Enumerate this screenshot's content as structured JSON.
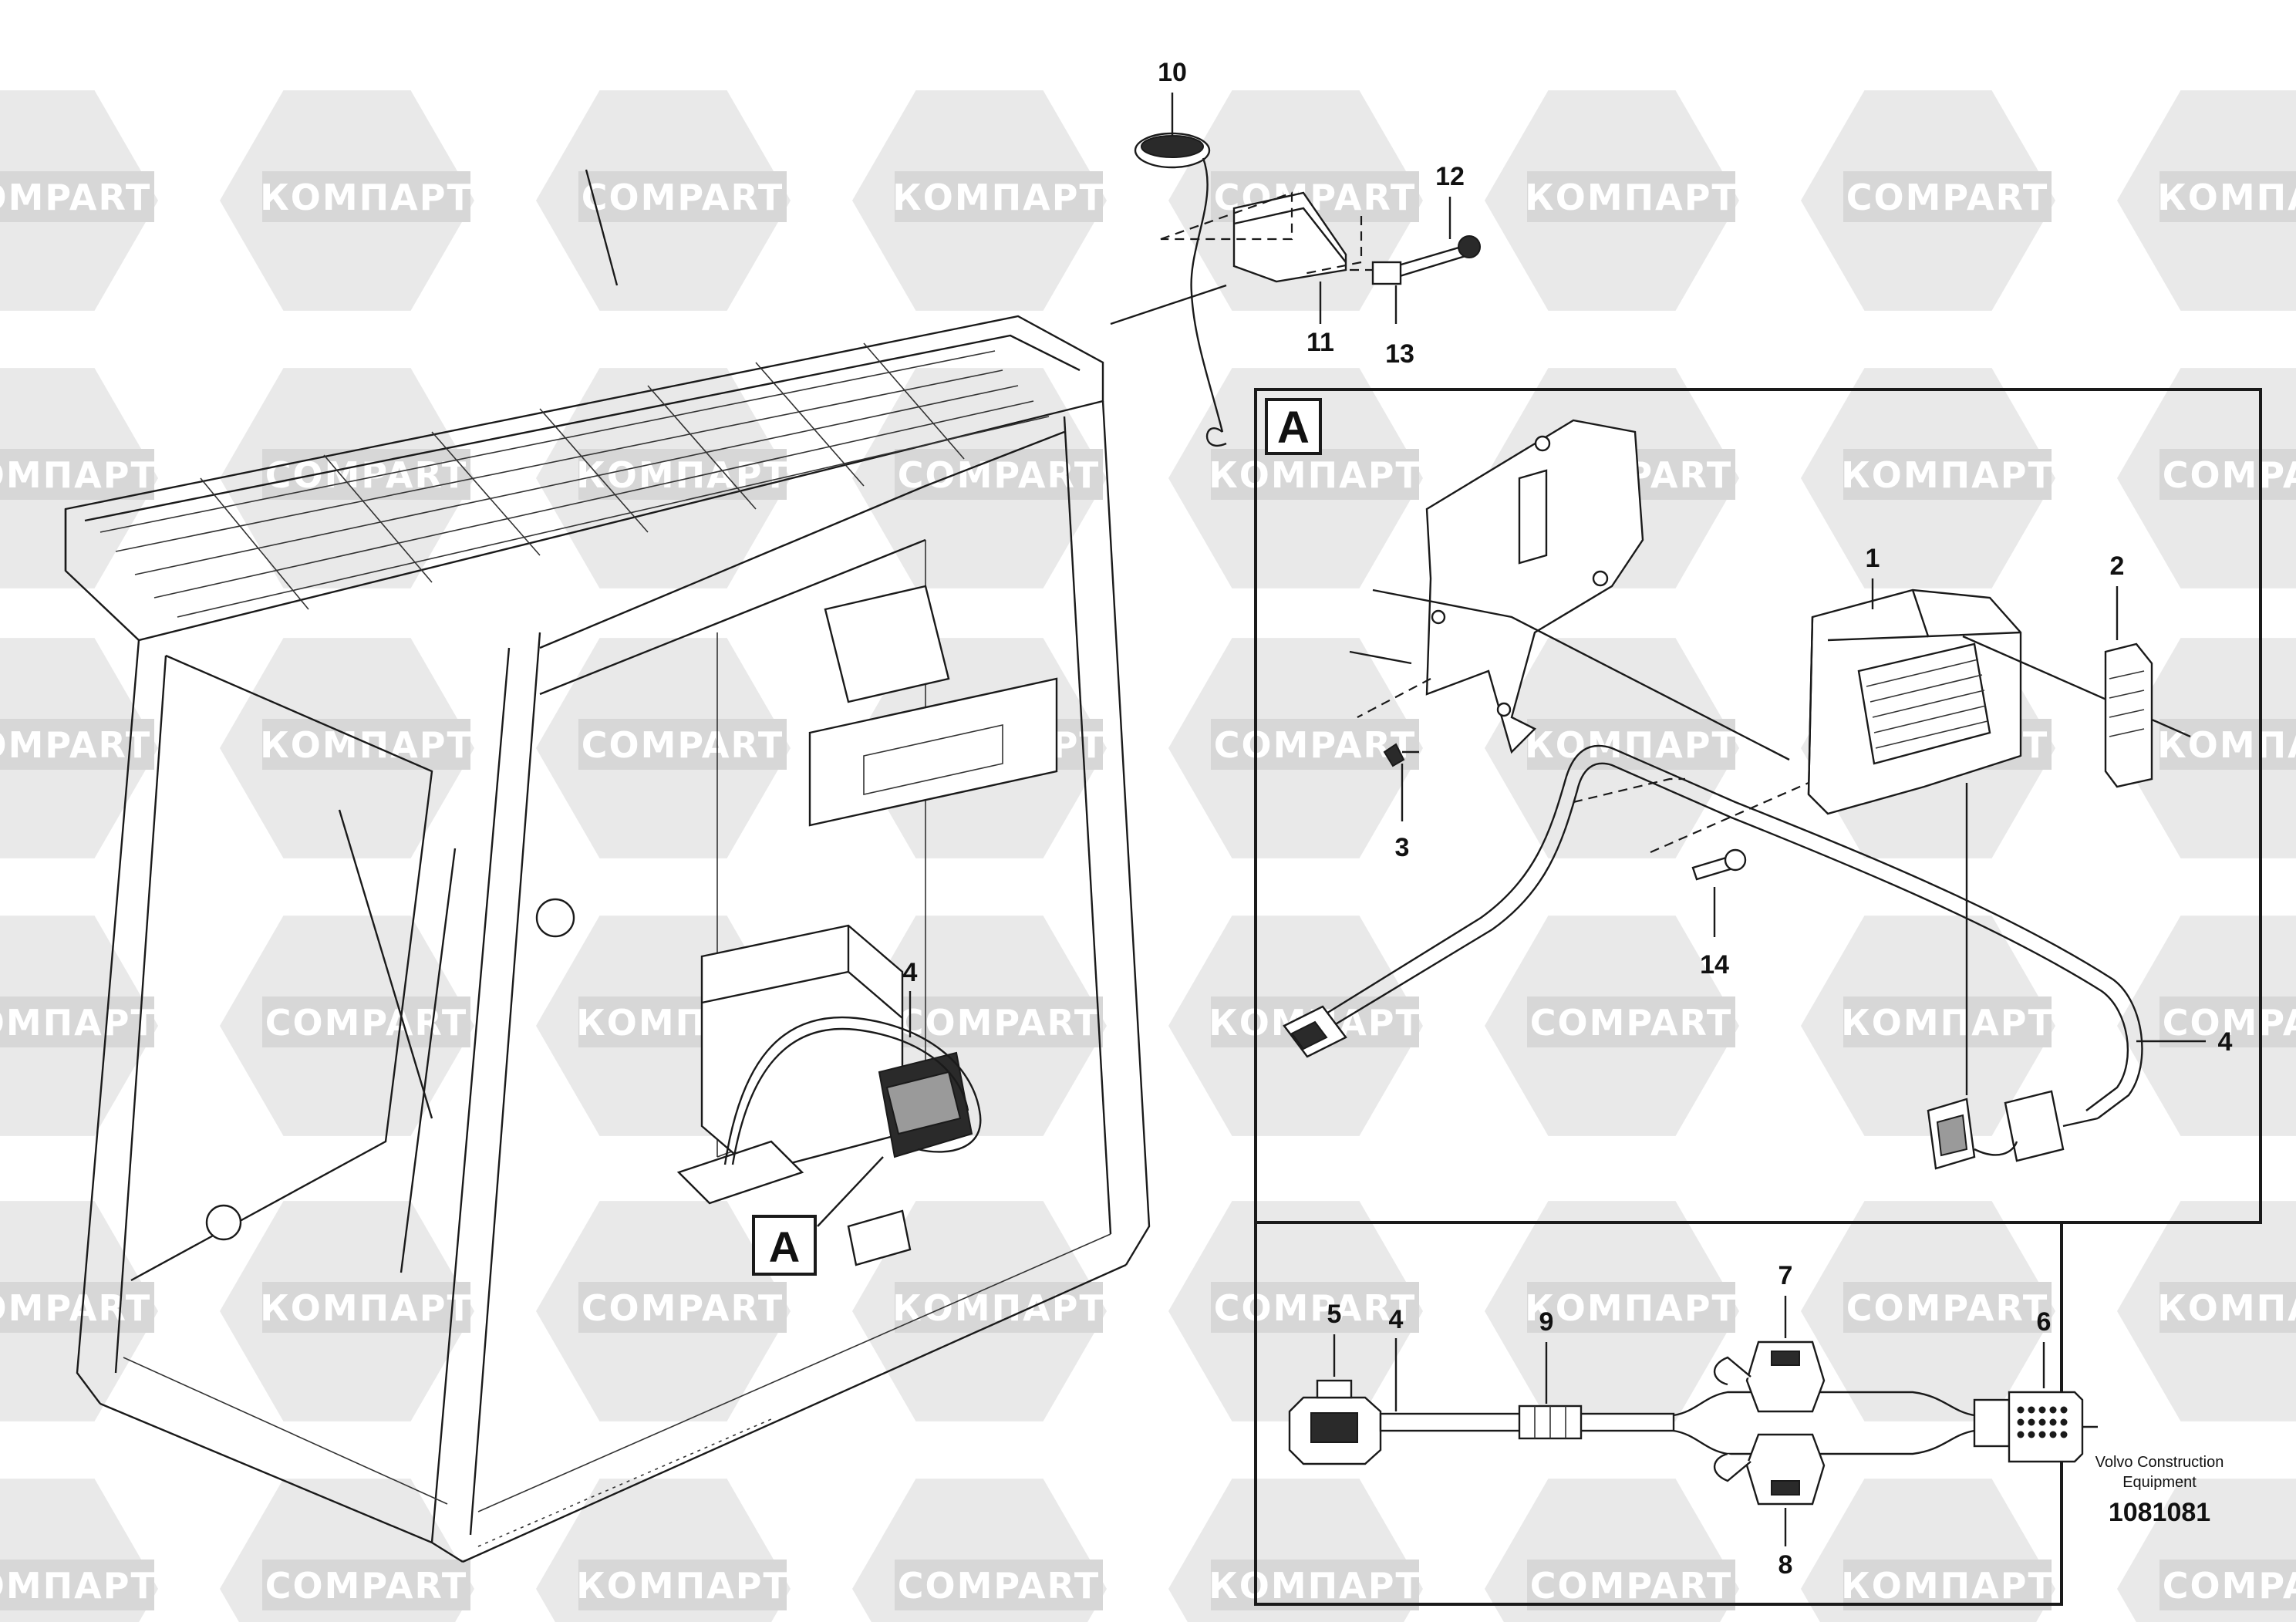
{
  "watermark": {
    "texts": [
      "COMPART",
      "КОМПАРТ"
    ],
    "fill": "#d7d7d7"
  },
  "view_label": "A",
  "callouts": {
    "c1": "1",
    "c2": "2",
    "c3": "3",
    "c4_detail": "4",
    "c4_main": "4",
    "c4_wiring": "4",
    "c5": "5",
    "c6": "6",
    "c7": "7",
    "c8": "8",
    "c9": "9",
    "c10": "10",
    "c11": "11",
    "c12": "12",
    "c13": "13",
    "c14": "14"
  },
  "credit": {
    "line1": "Volvo Construction",
    "line2": "Equipment",
    "number": "1081081"
  }
}
